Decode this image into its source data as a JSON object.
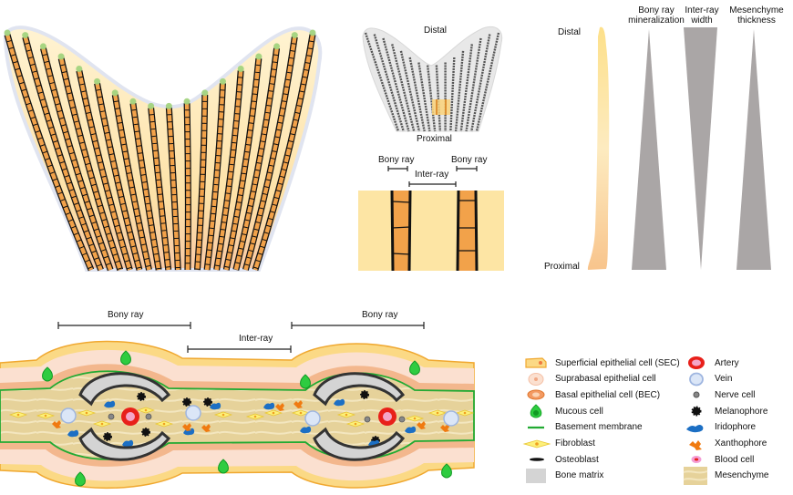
{
  "panel_a": {
    "name": "fin-overview"
  },
  "panel_b": {
    "distal_label": "Distal",
    "proximal_label": "Proximal",
    "inset": {
      "bony_ray_left": "Bony ray",
      "bony_ray_right": "Bony ray",
      "inter_ray": "Inter-ray"
    }
  },
  "panel_c": {
    "distal_label": "Distal",
    "proximal_label": "Proximal",
    "gradients": [
      {
        "label_line1": "Bony ray",
        "label_line2": "mineralization",
        "direction": "increases toward proximal"
      },
      {
        "label_line1": "Inter-ray",
        "label_line2": "width",
        "direction": "increases toward distal"
      },
      {
        "label_line1": "Mesenchyme",
        "label_line2": "thickness",
        "direction": "increases toward proximal"
      }
    ]
  },
  "panel_d": {
    "bony_ray_left": "Bony ray",
    "bony_ray_right": "Bony ray",
    "inter_ray": "Inter-ray"
  },
  "legend": {
    "left": [
      {
        "label": "Superficial epithelial cell (SEC)",
        "icon": "sec-cell-icon"
      },
      {
        "label": "Suprabasal epithelial cell",
        "icon": "suprabasal-cell-icon"
      },
      {
        "label": "Basal epithelial cell (BEC)",
        "icon": "bec-cell-icon"
      },
      {
        "label": "Mucous cell",
        "icon": "mucous-cell-icon"
      },
      {
        "label": "Basement membrane",
        "icon": "basement-membrane-icon"
      },
      {
        "label": "Fibroblast",
        "icon": "fibroblast-icon"
      },
      {
        "label": "Osteoblast",
        "icon": "osteoblast-icon"
      },
      {
        "label": "Bone matrix",
        "icon": "bone-matrix-icon"
      }
    ],
    "right": [
      {
        "label": "Artery",
        "icon": "artery-icon"
      },
      {
        "label": "Vein",
        "icon": "vein-icon"
      },
      {
        "label": "Nerve cell",
        "icon": "nerve-cell-icon"
      },
      {
        "label": "Melanophore",
        "icon": "melanophore-icon"
      },
      {
        "label": "Iridophore",
        "icon": "iridophore-icon"
      },
      {
        "label": "Xanthophore",
        "icon": "xanthophore-icon"
      },
      {
        "label": "Blood cell",
        "icon": "blood-cell-icon"
      },
      {
        "label": "Mesenchyme",
        "icon": "mesenchyme-icon"
      }
    ]
  },
  "colors": {
    "mesenchyme": "#f7e2a6",
    "bony_ray": "#f2a24a",
    "bone_matrix": "#d4d4d4",
    "gradient_gray": "#aaa6a6",
    "basement_membrane": "#22aa33",
    "artery": "#e8201a",
    "vein": "#a9c0e8",
    "iridophore": "#1c6fc4",
    "xanthophore": "#f07a10",
    "mucous": "#2ecc40"
  }
}
